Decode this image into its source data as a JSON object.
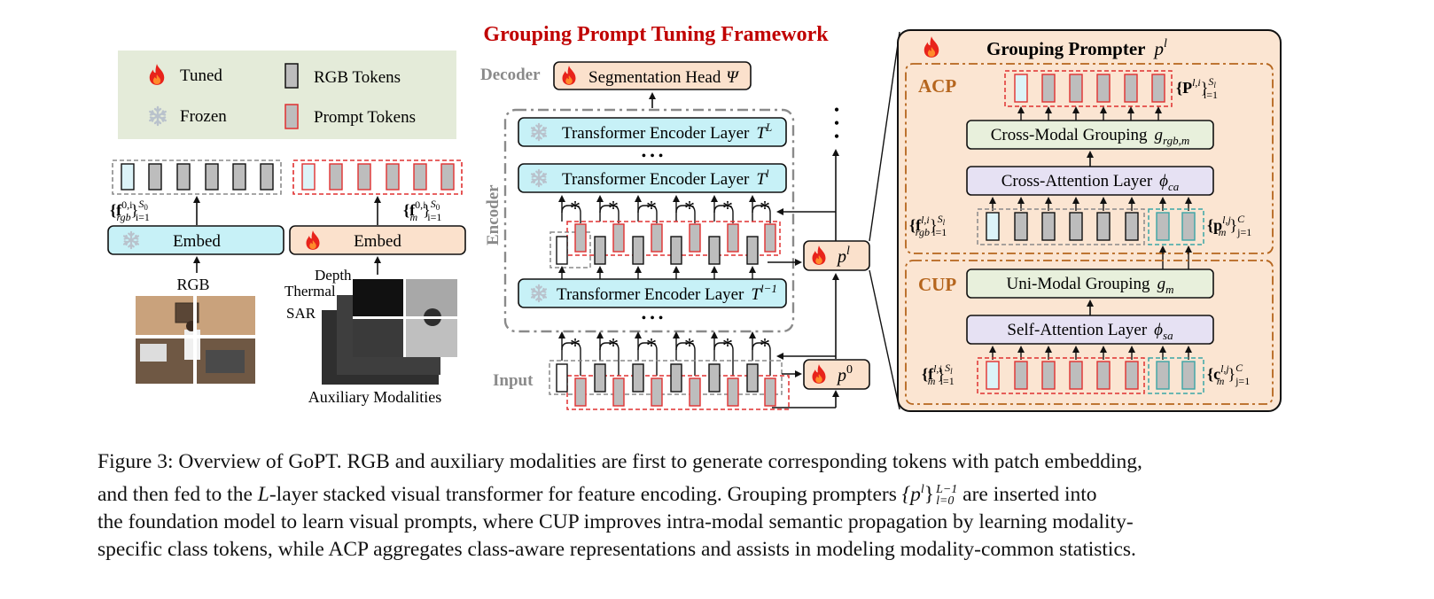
{
  "figure": {
    "main_title": "Grouping Prompt Tuning Framework",
    "legend": {
      "tuned": "Tuned",
      "frozen": "Frozen",
      "rgb_tokens": "RGB Tokens",
      "prompt_tokens": "Prompt Tokens"
    },
    "left": {
      "f_rgb_label": "{f",
      "f_rgb_sup": "0,i",
      "f_rgb_sub": "rgb",
      "f_rgb_tail": "}",
      "f_rgb_range_sup": "S",
      "f_rgb_range_sup_sub": "0",
      "f_rgb_range_sub": "i=1",
      "f_m_label": "{f",
      "f_m_sup": "0,i",
      "f_m_sub": "m",
      "f_m_tail": "}",
      "f_m_range_sup": "S",
      "f_m_range_sup_sub": "0",
      "f_m_range_sub": "i=1",
      "embed_rgb": "Embed",
      "embed_aux": "Embed",
      "rgb_label": "RGB",
      "depth_label": "Depth",
      "thermal_label": "Thermal",
      "sar_label": "SAR",
      "aux_label": "Auxiliary Modalities"
    },
    "center": {
      "decoder_label": "Decoder",
      "seg_head": "Segmentation Head",
      "seg_head_sym": "Ψ",
      "encoder_label": "Encoder",
      "layer_top": "Transformer Encoder Layer",
      "layer_top_sym": "T",
      "layer_top_sup": "L",
      "layer_mid": "Transformer Encoder Layer",
      "layer_mid_sym": "T",
      "layer_mid_sup": "l",
      "layer_bot": "Transformer Encoder Layer",
      "layer_bot_sym": "T",
      "layer_bot_sup": "l−1",
      "input_label": "Input",
      "pl_sym": "p",
      "pl_sup": "l",
      "p0_sym": "p",
      "p0_sup": "0",
      "dots": "• • •",
      "star": "*"
    },
    "right": {
      "title": "Grouping Prompter",
      "title_sym": "p",
      "title_sup": "l",
      "acp_label": "ACP",
      "cup_label": "CUP",
      "cross_modal": "Cross-Modal Grouping",
      "cross_modal_sym": "g",
      "cross_modal_sub": "rgb,m",
      "cross_attn": "Cross-Attention Layer",
      "cross_attn_sym": "ϕ",
      "cross_attn_sub": "ca",
      "uni_modal": "Uni-Modal Grouping",
      "uni_modal_sym": "g",
      "uni_modal_sub": "m",
      "self_attn": "Self-Attention Layer",
      "self_attn_sym": "ϕ",
      "self_attn_sub": "sa",
      "P_label": "{P",
      "P_sup": "l,i",
      "P_tail": "}",
      "P_range_sup": "S",
      "P_range_sup_sub": "l",
      "P_range_sub": "i=1",
      "frgb_label": "{f",
      "frgb_sup": "l,i",
      "frgb_sub": "rgb",
      "frgb_tail": "}",
      "frgb_range_sup": "S",
      "frgb_range_sup_sub": "l",
      "frgb_range_sub": "i=1",
      "pm_label": "{p",
      "pm_sup": "l,j",
      "pm_sub": "m",
      "pm_tail": "}",
      "pm_range_sup": "C",
      "pm_range_sub": "j=1",
      "fm_label": "{f",
      "fm_sup": "l,i",
      "fm_sub": "m",
      "fm_tail": "}",
      "fm_range_sup": "S",
      "fm_range_sup_sub": "l",
      "fm_range_sub": "i=1",
      "cm_label": "{c",
      "cm_sup": "l,j",
      "cm_sub": "m",
      "cm_tail": "}",
      "cm_range_sup": "C",
      "cm_range_sub": "j=1"
    }
  },
  "caption": {
    "line1": "Figure 3: Overview of GoPT. RGB and auxiliary modalities are first to generate corresponding tokens with patch embedding,",
    "line2a": "and then fed to the ",
    "line2_L": "L",
    "line2b": "-layer stacked visual transformer for feature encoding. Grouping prompters ",
    "line2_set": "{p",
    "line2_set_sup": "l",
    "line2_set_close": "}",
    "line2_set_rsup": "L−1",
    "line2_set_rsub": "l=0",
    "line2c": " are inserted into",
    "line3": "the foundation model to learn visual prompts, where CUP improves intra-modal semantic propagation by learning modality-",
    "line4": "specific class tokens, while ACP aggregates class-aware representations and assists in modeling modality-common statistics."
  },
  "colors": {
    "title_red": "#c00000",
    "legend_bg": "#e4ebd9",
    "frozen_box": "#c7f1f7",
    "tuned_box": "#fbe1cc",
    "prompter_bg": "#fbe5d2",
    "group_box": "#e8f0dc",
    "attn_box": "#e6e1f3",
    "token_gray": "#bdbdbd",
    "token_light": "#dcf3f8",
    "prompt_red": "#e03030",
    "class_teal": "#3aa6a6",
    "dash_gray": "#8a8a8a",
    "dash_brown": "#b5651d"
  },
  "icons": [
    "fire-icon",
    "snowflake-icon"
  ]
}
